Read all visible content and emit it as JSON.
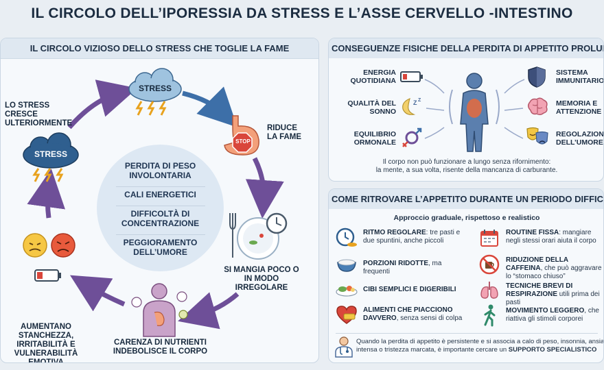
{
  "title": "IL CIRCOLO DELL’IPORESSIA DA STRESS E L’ASSE CERVELLO -INTESTINO",
  "left_panel": {
    "header": "IL CIRCOLO VIZIOSO DELLO STRESS CHE TOGLIE LA FAME",
    "cloud_top": "STRESS",
    "cloud_left": "STRESS",
    "stop_sign": "STOP",
    "center_items": [
      "PERDITA DI PESO INVOLONTARIA",
      "CALI ENERGETICI",
      "DIFFICOLTÀ DI CONCENTRAZIONE",
      "PEGGIORAMENTO DELL’UMORE"
    ],
    "steps": {
      "stress_grows": "LO STRESS CRESCE ULTERIORMENTE",
      "reduces_hunger": "RIDUCE LA FAME",
      "eat_less": "SI MANGIA POCO O IN MODO IRREGOLARE",
      "nutrient_deficit": "CARENZA DI NUTRIENTI INDEBOLISCE IL CORPO",
      "fatigue": "AUMENTANO STANCHEZZA, IRRITABILITÀ E VULNERABILITÀ EMOTIVA"
    }
  },
  "top_right": {
    "header": "CONSEGUENZE FISICHE DELLA PERDITA DI APPETITO PROLUNGATA",
    "left_items": [
      "ENERGIA QUOTIDIANA",
      "QUALITÀ DEL SONNO",
      "EQUILIBRIO ORMONALE"
    ],
    "right_items": [
      "SISTEMA IMMUNITARIO",
      "MEMORIA E ATTENZIONE",
      "REGOLAZIONE DELL’UMORE"
    ],
    "note_line1": "Il corpo non può funzionare a lungo senza rifornimento:",
    "note_line2": "la mente, a sua volta, risente della mancanza di carburante."
  },
  "bottom_right": {
    "header": "COME RITROVARE L’APPETITO DURANTE UN PERIODO DIFFICILE",
    "subheader": "Approccio graduale, rispettoso e realistico",
    "tips_left": [
      {
        "bold": "RITMO REGOLARE",
        "text": ": tre pasti e due spuntini, anche piccoli"
      },
      {
        "bold": "PORZIONI RIDOTTE",
        "text": ", ma frequenti"
      },
      {
        "bold": "CIBI SEMPLICI E DIGERIBILI",
        "text": ""
      },
      {
        "bold": "ALIMENTI CHE PIACCIONO DAVVERO",
        "text": ", senza sensi di colpa"
      }
    ],
    "tips_right": [
      {
        "bold": "ROUTINE FISSA",
        "text": ": mangiare negli stessi orari aiuta il corpo"
      },
      {
        "bold": "RIDUZIONE DELLA CAFFEINA",
        "text": ", che può aggravare lo “stomaco chiuso”"
      },
      {
        "bold": "TECNICHE BREVI DI RESPIRAZIONE",
        "text": " utili prima dei pasti"
      },
      {
        "bold": "MOVIMENTO LEGGERO",
        "text": ", che riattiva gli stimoli corporei"
      }
    ],
    "note_text": "Quando la perdita di appetito è persistente e si associa a calo di peso, insonnia, ansia intensa o tristezza marcata, è importante cercare un ",
    "note_bold": "SUPPORTO SPECIALISTICO"
  },
  "colors": {
    "arrow_blue": "#3d6fa8",
    "arrow_purple": "#6e4f98",
    "accent_red": "#d9463b"
  }
}
